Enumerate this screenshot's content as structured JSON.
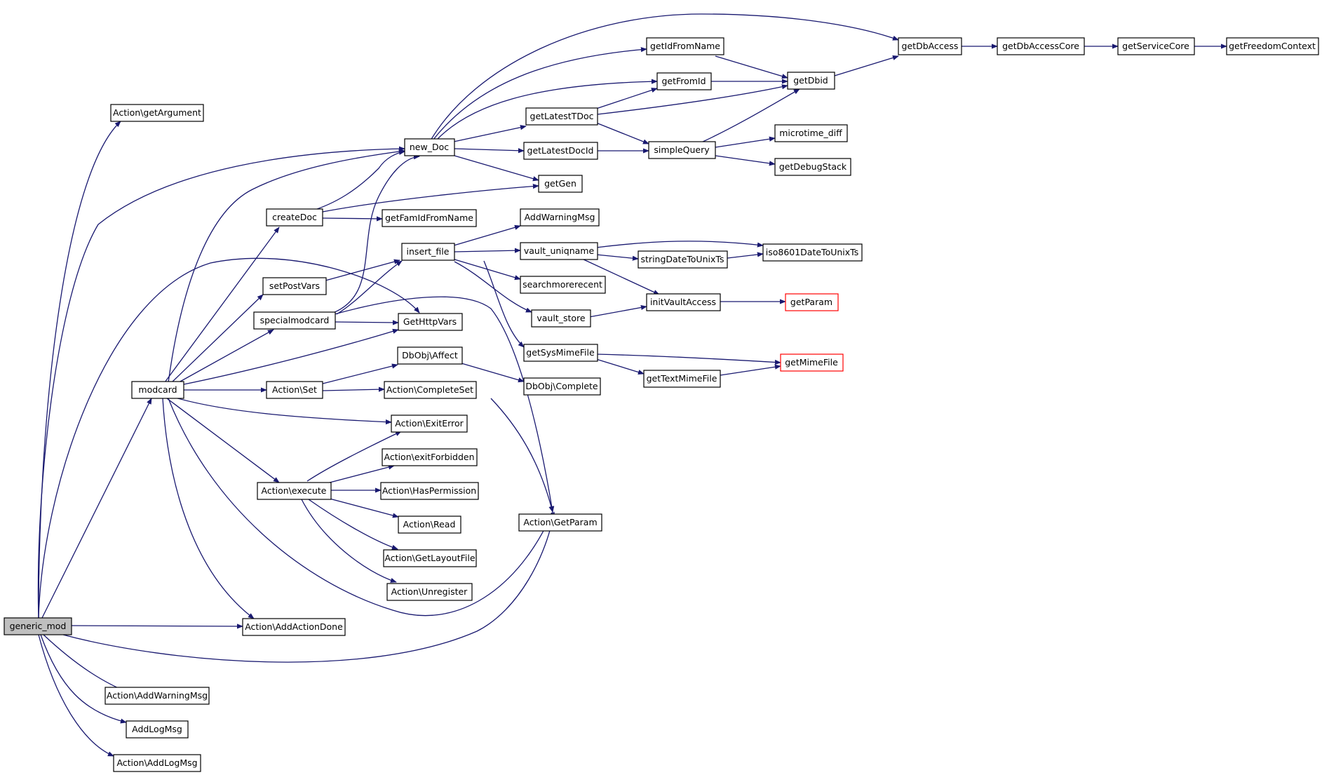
{
  "colors": {
    "edge": "#191970",
    "root_fill": "#bfbfbf",
    "truncated_border": "#ff0000",
    "node_border": "#000000"
  },
  "nodes": {
    "generic_mod": "generic_mod",
    "action_getargument": "Action\\getArgument",
    "modcard": "modcard",
    "action_addwarningmsg": "Action\\AddWarningMsg",
    "addlogmsg": "AddLogMsg",
    "action_addlogmsg": "Action\\AddLogMsg",
    "action_addactiondone": "Action\\AddActionDone",
    "createdoc": "createDoc",
    "setpostvars": "setPostVars",
    "specialmodcard": "specialmodcard",
    "action_set": "Action\\Set",
    "action_execute": "Action\\execute",
    "new_doc": "new_Doc",
    "getfamidfromname": "getFamIdFromName",
    "insert_file": "insert_file",
    "gethttpvars": "GetHttpVars",
    "dbobj_affect": "DbObj\\Affect",
    "action_completeset": "Action\\CompleteSet",
    "action_exiterror": "Action\\ExitError",
    "action_exitforbidden": "Action\\exitForbidden",
    "action_haspermission": "Action\\HasPermission",
    "action_read": "Action\\Read",
    "action_getlayoutfile": "Action\\GetLayoutFile",
    "action_unregister": "Action\\Unregister",
    "getidfromname": "getIdFromName",
    "getfromid": "getFromId",
    "getlatesttdoc": "getLatestTDoc",
    "getlatestdocid": "getLatestDocId",
    "getgen": "getGen",
    "addwarningmsg": "AddWarningMsg",
    "vault_uniqname": "vault_uniqname",
    "searchmorerecent": "searchmorerecent",
    "vault_store": "vault_store",
    "getsysmimefile": "getSysMimeFile",
    "dbobj_complete": "DbObj\\Complete",
    "action_getparam": "Action\\GetParam",
    "getdbid": "getDbid",
    "simplequery": "simpleQuery",
    "stringdatetounixts": "stringDateToUnixTs",
    "initvaultaccess": "initVaultAccess",
    "gettextmimefile": "getTextMimeFile",
    "getdbaccess": "getDbAccess",
    "microtime_diff": "microtime_diff",
    "getdebugstack": "getDebugStack",
    "iso8601datetounixts": "iso8601DateToUnixTs",
    "getparam": "getParam",
    "getmimefile": "getMimeFile",
    "getdbaccesscore": "getDbAccessCore",
    "getservicecore": "getServiceCore",
    "getfreedomcontext": "getFreedomContext"
  }
}
